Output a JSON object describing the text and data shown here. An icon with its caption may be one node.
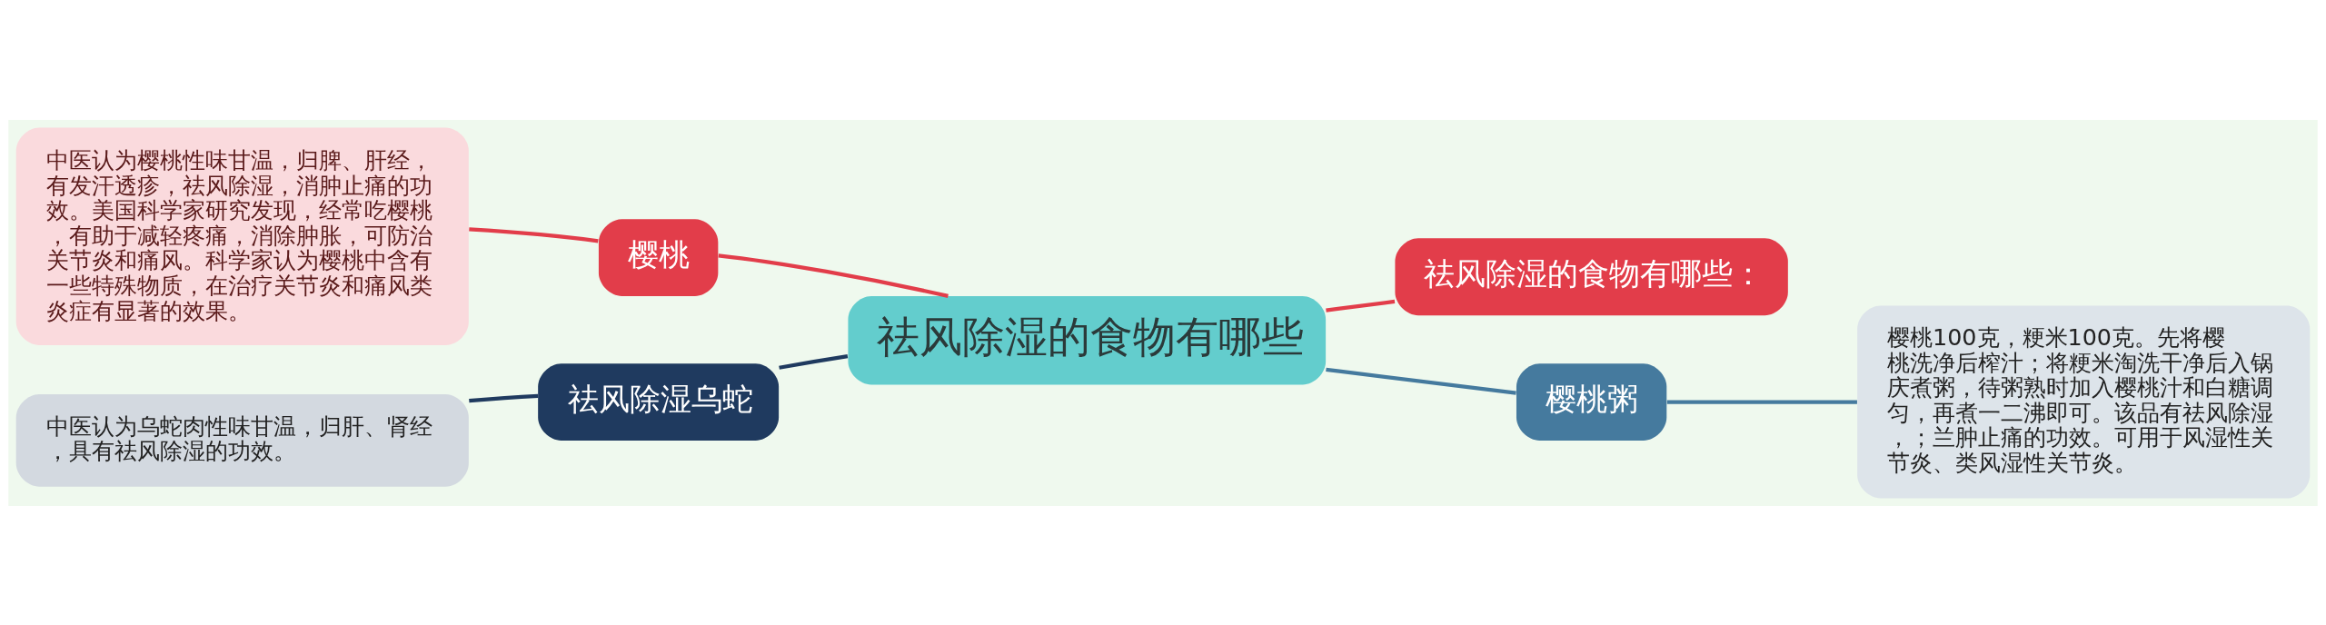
{
  "diagram": {
    "nodes": [
      {
        "text": [
          "祛风除湿的食物有哪些"
        ]
      },
      {
        "text": [
          "樱桃"
        ]
      },
      {
        "text": [
          "中医认为樱桃性味甘温，归脾、肝经，有发汗透疹，祛风除湿，消肿止痛的功效。美国科学家研究发现，经常吃樱桃，有助于减轻疼痛，消除肿胀，可防治关节炎和痛风。科学家认为樱桃中含有一些特殊物质，在治疗关节炎和痛风类炎症有显著的效果。"
        ]
      },
      {
        "text": [
          "祛风除湿乌蛇"
        ]
      },
      {
        "text": [
          "中医认为乌蛇肉性味甘温，归肝、肾经，具有祛风除湿的功效。"
        ]
      },
      {
        "text": [
          "祛风除湿的食物有哪些："
        ]
      },
      {
        "text": [
          "樱桃粥"
        ]
      },
      {
        "text": [
          "樱桃100克，粳米100克。先将樱桃洗净后榨汁；将粳米淘洗干净后入锅庆煮粥，待粥熟时加入樱桃汁和白糖调匀，再煮一二沸即可。该品有祛风除湿，；兰肿止痛的功效。可用于风湿性关节炎、类风湿性关节炎。"
        ]
      }
    ],
    "edges": [
      {
        "from": 0,
        "to": 1,
        "arrow": "none"
      },
      {
        "from": 1,
        "to": 2,
        "arrow": "none"
      },
      {
        "from": 0,
        "to": 3,
        "arrow": "none",
        "color": "#1f3a5f"
      },
      {
        "from": 3,
        "to": 4,
        "arrow": "none",
        "color": "#1f3a5f"
      },
      {
        "from": 0,
        "to": 5,
        "arrow": "none"
      },
      {
        "from": 0,
        "to": 6,
        "arrow": "none",
        "color": "#457a9e"
      },
      {
        "from": 6,
        "to": 7,
        "arrow": "none",
        "color": "#457a9e"
      }
    ]
  }
}
